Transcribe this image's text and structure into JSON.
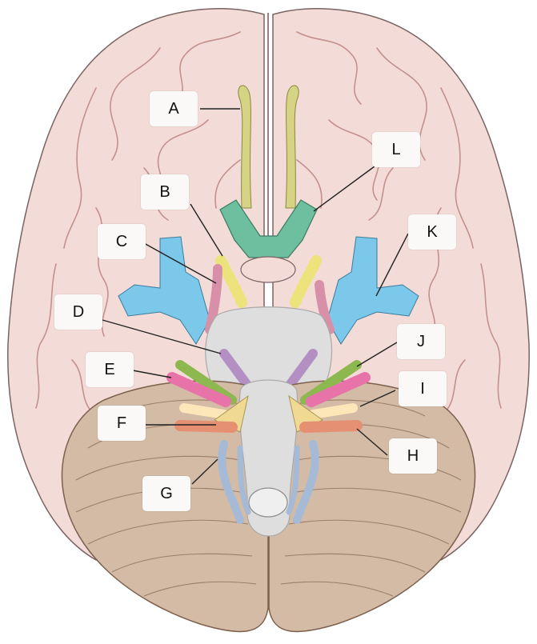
{
  "diagram": {
    "colors": {
      "brain": "#f3dcd8",
      "brain_shade": "#ead0cc",
      "sulcus": "#c4908c",
      "cerebellum": "#d3bba5",
      "cerebellum_line": "#9c7e68",
      "brainstem": "#dedede",
      "brainstem_line": "#a9a9a9",
      "olfactory": "#d6d384",
      "optic": "#6dbfa0",
      "optic_nerve": "#ece37c",
      "oculomotor": "#d890a8",
      "trochlear": "#b48fc4",
      "trigeminal": "#f0d993",
      "abducens": "#8cb84f",
      "facial": "#e873a9",
      "vestibulocochlear": "#fde6b8",
      "glossopharyngeal": "#e59072",
      "vagus": "#a4bad6",
      "vessels": "#7bc8ea"
    },
    "labels": [
      {
        "id": "A",
        "text": "A"
      },
      {
        "id": "B",
        "text": "B"
      },
      {
        "id": "C",
        "text": "C"
      },
      {
        "id": "D",
        "text": "D"
      },
      {
        "id": "E",
        "text": "E"
      },
      {
        "id": "F",
        "text": "F"
      },
      {
        "id": "G",
        "text": "G"
      },
      {
        "id": "H",
        "text": "H"
      },
      {
        "id": "I",
        "text": "I"
      },
      {
        "id": "J",
        "text": "J"
      },
      {
        "id": "K",
        "text": "K"
      },
      {
        "id": "L",
        "text": "L"
      }
    ]
  }
}
